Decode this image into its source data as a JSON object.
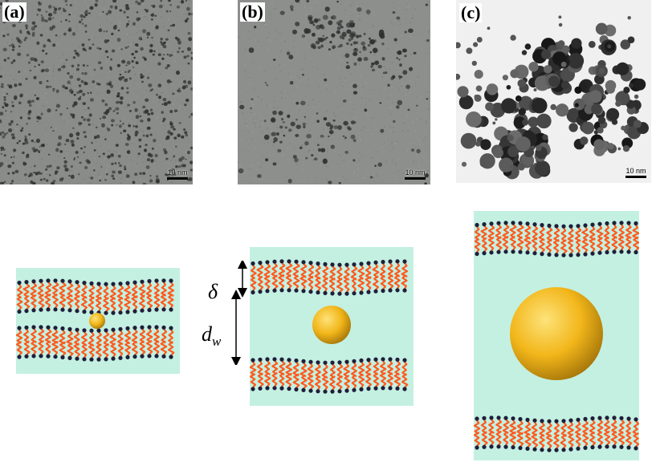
{
  "panels": [
    {
      "label": "(a)",
      "scale_bar": "10 nm"
    },
    {
      "label": "(b)",
      "scale_bar": "10 nm"
    },
    {
      "label": "(c)",
      "scale_bar": "10 nm"
    }
  ],
  "symbols": {
    "delta": "δ",
    "dw_main": "d",
    "dw_sub": "w"
  },
  "colors": {
    "water": "#c4f0e2",
    "tail": "#ff5a1e",
    "head": "#1f1f3a",
    "particle_light": "#fde37a",
    "particle_mid": "#f2b61a",
    "particle_dark": "#a5760a"
  }
}
